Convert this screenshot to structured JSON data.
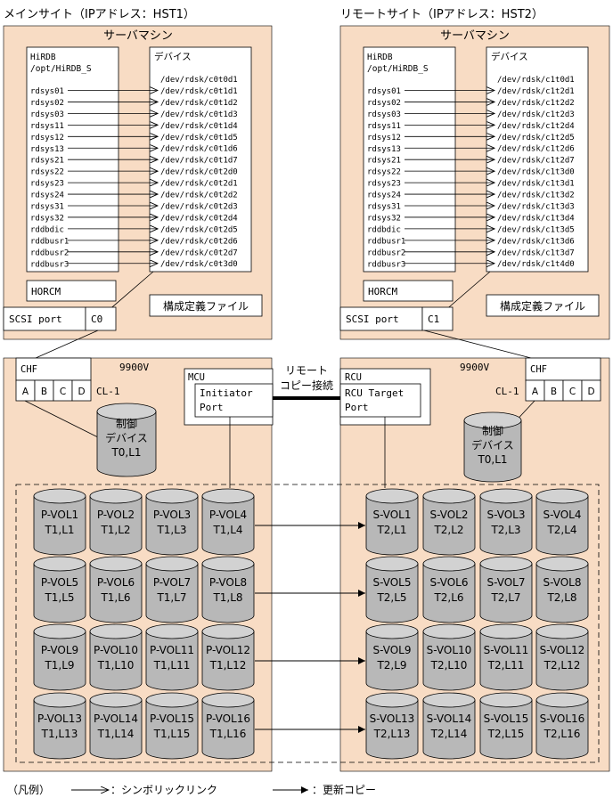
{
  "diagram": {
    "main_site": {
      "title": "メインサイト（IPアドレス：HST1）",
      "server_label": "サーバマシン",
      "hirdb_title": [
        "HiRDB",
        "/opt/HiRDB_S"
      ],
      "device_title": "デバイス",
      "rdsys": [
        "rdsys01",
        "rdsys02",
        "rdsys03",
        "rdsys11",
        "rdsys12",
        "rdsys13",
        "rdsys21",
        "rdsys22",
        "rdsys23",
        "rdsys24",
        "rdsys31",
        "rdsys32",
        "rddbdic",
        "rddbusr1",
        "rddbusr2",
        "rddbusr3"
      ],
      "devices": [
        "/dev/rdsk/c0t0d1",
        "/dev/rdsk/c0t1d1",
        "/dev/rdsk/c0t1d2",
        "/dev/rdsk/c0t1d3",
        "/dev/rdsk/c0t1d4",
        "/dev/rdsk/c0t1d5",
        "/dev/rdsk/c0t1d6",
        "/dev/rdsk/c0t1d7",
        "/dev/rdsk/c0t2d0",
        "/dev/rdsk/c0t2d1",
        "/dev/rdsk/c0t2d2",
        "/dev/rdsk/c0t2d3",
        "/dev/rdsk/c0t2d4",
        "/dev/rdsk/c0t2d5",
        "/dev/rdsk/c0t2d6",
        "/dev/rdsk/c0t2d7",
        "/dev/rdsk/c0t3d0"
      ],
      "horcm": "HORCM",
      "config_file": "構成定義ファイル",
      "scsi_port": "SCSI port",
      "port_id": "C0"
    },
    "remote_site": {
      "title": "リモートサイト（IPアドレス：HST2）",
      "server_label": "サーバマシン",
      "hirdb_title": [
        "HiRDB",
        "/opt/HiRDB_S"
      ],
      "device_title": "デバイス",
      "rdsys": [
        "rdsys01",
        "rdsys02",
        "rdsys03",
        "rdsys11",
        "rdsys12",
        "rdsys13",
        "rdsys21",
        "rdsys22",
        "rdsys23",
        "rdsys24",
        "rdsys31",
        "rdsys32",
        "rddbdic",
        "rddbusr1",
        "rddbusr2",
        "rddbusr3"
      ],
      "devices": [
        "/dev/rdsk/c1t0d1",
        "/dev/rdsk/c1t2d1",
        "/dev/rdsk/c1t2d2",
        "/dev/rdsk/c1t2d3",
        "/dev/rdsk/c1t2d4",
        "/dev/rdsk/c1t2d5",
        "/dev/rdsk/c1t2d6",
        "/dev/rdsk/c1t2d7",
        "/dev/rdsk/c1t3d0",
        "/dev/rdsk/c1t3d1",
        "/dev/rdsk/c1t3d2",
        "/dev/rdsk/c1t3d3",
        "/dev/rdsk/c1t3d4",
        "/dev/rdsk/c1t3d5",
        "/dev/rdsk/c1t3d6",
        "/dev/rdsk/c1t3d7",
        "/dev/rdsk/c1t4d0"
      ],
      "horcm": "HORCM",
      "config_file": "構成定義ファイル",
      "scsi_port": "SCSI port",
      "port_id": "C1"
    },
    "storage": {
      "model": "9900V",
      "chf": "CHF",
      "ports": [
        "A",
        "B",
        "C",
        "D"
      ],
      "cl": "CL-1",
      "control_device": [
        "制御",
        "デバイス",
        "T0,L1"
      ],
      "mcu_title": "MCU",
      "mcu_port": [
        "Initiator",
        "Port"
      ],
      "rcu_title": "RCU",
      "rcu_port": [
        "RCU Target",
        "Port"
      ],
      "remote_copy": [
        "リモート",
        "コピー接続"
      ]
    },
    "pvols": [
      [
        "P-VOL1",
        "T1,L1"
      ],
      [
        "P-VOL2",
        "T1,L2"
      ],
      [
        "P-VOL3",
        "T1,L3"
      ],
      [
        "P-VOL4",
        "T1,L4"
      ],
      [
        "P-VOL5",
        "T1,L5"
      ],
      [
        "P-VOL6",
        "T1,L6"
      ],
      [
        "P-VOL7",
        "T1,L7"
      ],
      [
        "P-VOL8",
        "T1,L8"
      ],
      [
        "P-VOL9",
        "T1,L9"
      ],
      [
        "P-VOL10",
        "T1,L10"
      ],
      [
        "P-VOL11",
        "T1,L11"
      ],
      [
        "P-VOL12",
        "T1,L12"
      ],
      [
        "P-VOL13",
        "T1,L13"
      ],
      [
        "P-VOL14",
        "T1,L14"
      ],
      [
        "P-VOL15",
        "T1,L15"
      ],
      [
        "P-VOL16",
        "T1,L16"
      ]
    ],
    "svols": [
      [
        "S-VOL1",
        "T2,L1"
      ],
      [
        "S-VOL2",
        "T2,L2"
      ],
      [
        "S-VOL3",
        "T2,L3"
      ],
      [
        "S-VOL4",
        "T2,L4"
      ],
      [
        "S-VOL5",
        "T2,L5"
      ],
      [
        "S-VOL6",
        "T2,L6"
      ],
      [
        "S-VOL7",
        "T2,L7"
      ],
      [
        "S-VOL8",
        "T2,L8"
      ],
      [
        "S-VOL9",
        "T2,L9"
      ],
      [
        "S-VOL10",
        "T2,L10"
      ],
      [
        "S-VOL11",
        "T2,L11"
      ],
      [
        "S-VOL12",
        "T2,L12"
      ],
      [
        "S-VOL13",
        "T2,L13"
      ],
      [
        "S-VOL14",
        "T2,L14"
      ],
      [
        "S-VOL15",
        "T2,L15"
      ],
      [
        "S-VOL16",
        "T2,L16"
      ]
    ],
    "legend": {
      "prefix": "（凡例）",
      "symlink": "：シンボリックリンク",
      "update_copy": "：更新コピー"
    },
    "colors": {
      "panel": "#f8dcc4",
      "cylinder_body": "#b8b8b8",
      "cylinder_top": "#d2d2d2"
    }
  }
}
